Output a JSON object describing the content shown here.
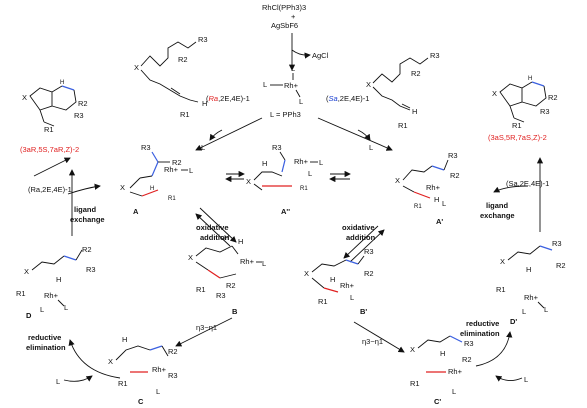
{
  "reagents": {
    "catalyst": "RhCl(PPh3)3",
    "plus": "+",
    "additive": "AgSbF6",
    "byproduct": "AgCl",
    "ligand_def": "L = PPh3",
    "rh_label": "Rh+",
    "L": "L"
  },
  "substrate": {
    "X": "X",
    "R1": "R1",
    "R2": "R2",
    "R3": "R3",
    "H": "H"
  },
  "left_branch": {
    "substrate_prefix": "(",
    "descriptor": "Ra",
    "substrate_suffix": ",2E,4E)-1",
    "loss_L": "L",
    "product_label": "(3aR,5S,7aR,Z)-2",
    "product_num": "2",
    "incoming_substrate": "(Ra,2E,4E)-1",
    "ligand_exchange_1": "ligand",
    "ligand_exchange_2": "exchange",
    "oxidative_1": "oxidative",
    "oxidative_2": "addition",
    "eta_text": "η3−η1",
    "reductive_1": "reductive",
    "reductive_2": "elimination",
    "add_L": "L"
  },
  "right_branch": {
    "substrate_prefix": "(",
    "descriptor": "Sa",
    "substrate_suffix": ",2E,4E)-1",
    "loss_L": "L",
    "product_label": "(3aS,5R,7aS,Z)-2",
    "incoming_substrate": "(Sa,2E,4E)-1",
    "ligand_exchange_1": "ligand",
    "ligand_exchange_2": "exchange",
    "oxidative_1": "oxidative",
    "oxidative_2": "addition",
    "eta_text": "η3−η1",
    "reductive_1": "reductive",
    "reductive_2": "elimination",
    "add_L": "L"
  },
  "intermediates": {
    "A": "A",
    "A_double": "A''",
    "A_prime": "A'",
    "B": "B",
    "B_prime": "B'",
    "C": "C",
    "C_prime": "C'",
    "D": "D",
    "D_prime": "D'"
  },
  "colors": {
    "red": "#e02020",
    "blue": "#3a5fe0",
    "black": "#111111"
  }
}
